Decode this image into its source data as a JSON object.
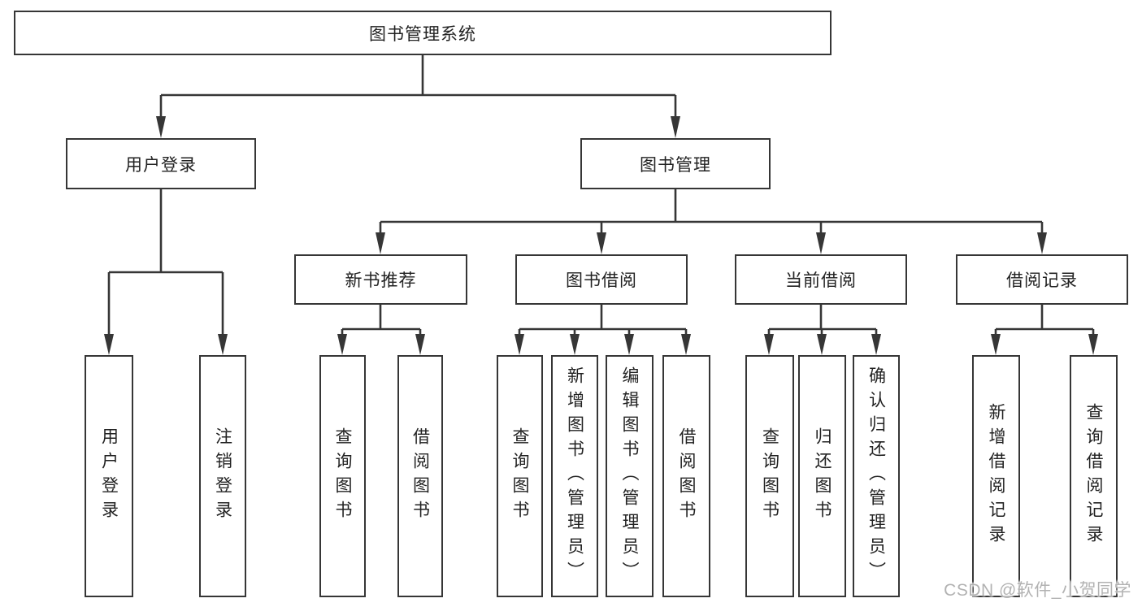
{
  "colors": {
    "line": "#363636",
    "text": "#222222",
    "node_fill": "#ffffff",
    "background": "#ffffff",
    "watermark": "#b2b2b2"
  },
  "watermark": {
    "text": "CSDN @软件_小贺同学"
  },
  "tree": {
    "label": "图书管理系统",
    "children": [
      {
        "label": "用户登录",
        "children": [
          {
            "label": "用户登录"
          },
          {
            "label": "注销登录"
          }
        ]
      },
      {
        "label": "图书管理",
        "children": [
          {
            "label": "新书推荐",
            "children": [
              {
                "label": "查询图书"
              },
              {
                "label": "借阅图书"
              }
            ]
          },
          {
            "label": "图书借阅",
            "children": [
              {
                "label": "查询图书"
              },
              {
                "label": "新增图书（管理员）"
              },
              {
                "label": "编辑图书（管理员）"
              },
              {
                "label": "借阅图书"
              }
            ]
          },
          {
            "label": "当前借阅",
            "children": [
              {
                "label": "查询图书"
              },
              {
                "label": "归还图书"
              },
              {
                "label": "确认归还（管理员）"
              }
            ]
          },
          {
            "label": "借阅记录",
            "children": [
              {
                "label": "新增借阅记录"
              },
              {
                "label": "查询借阅记录"
              }
            ]
          }
        ]
      }
    ]
  }
}
